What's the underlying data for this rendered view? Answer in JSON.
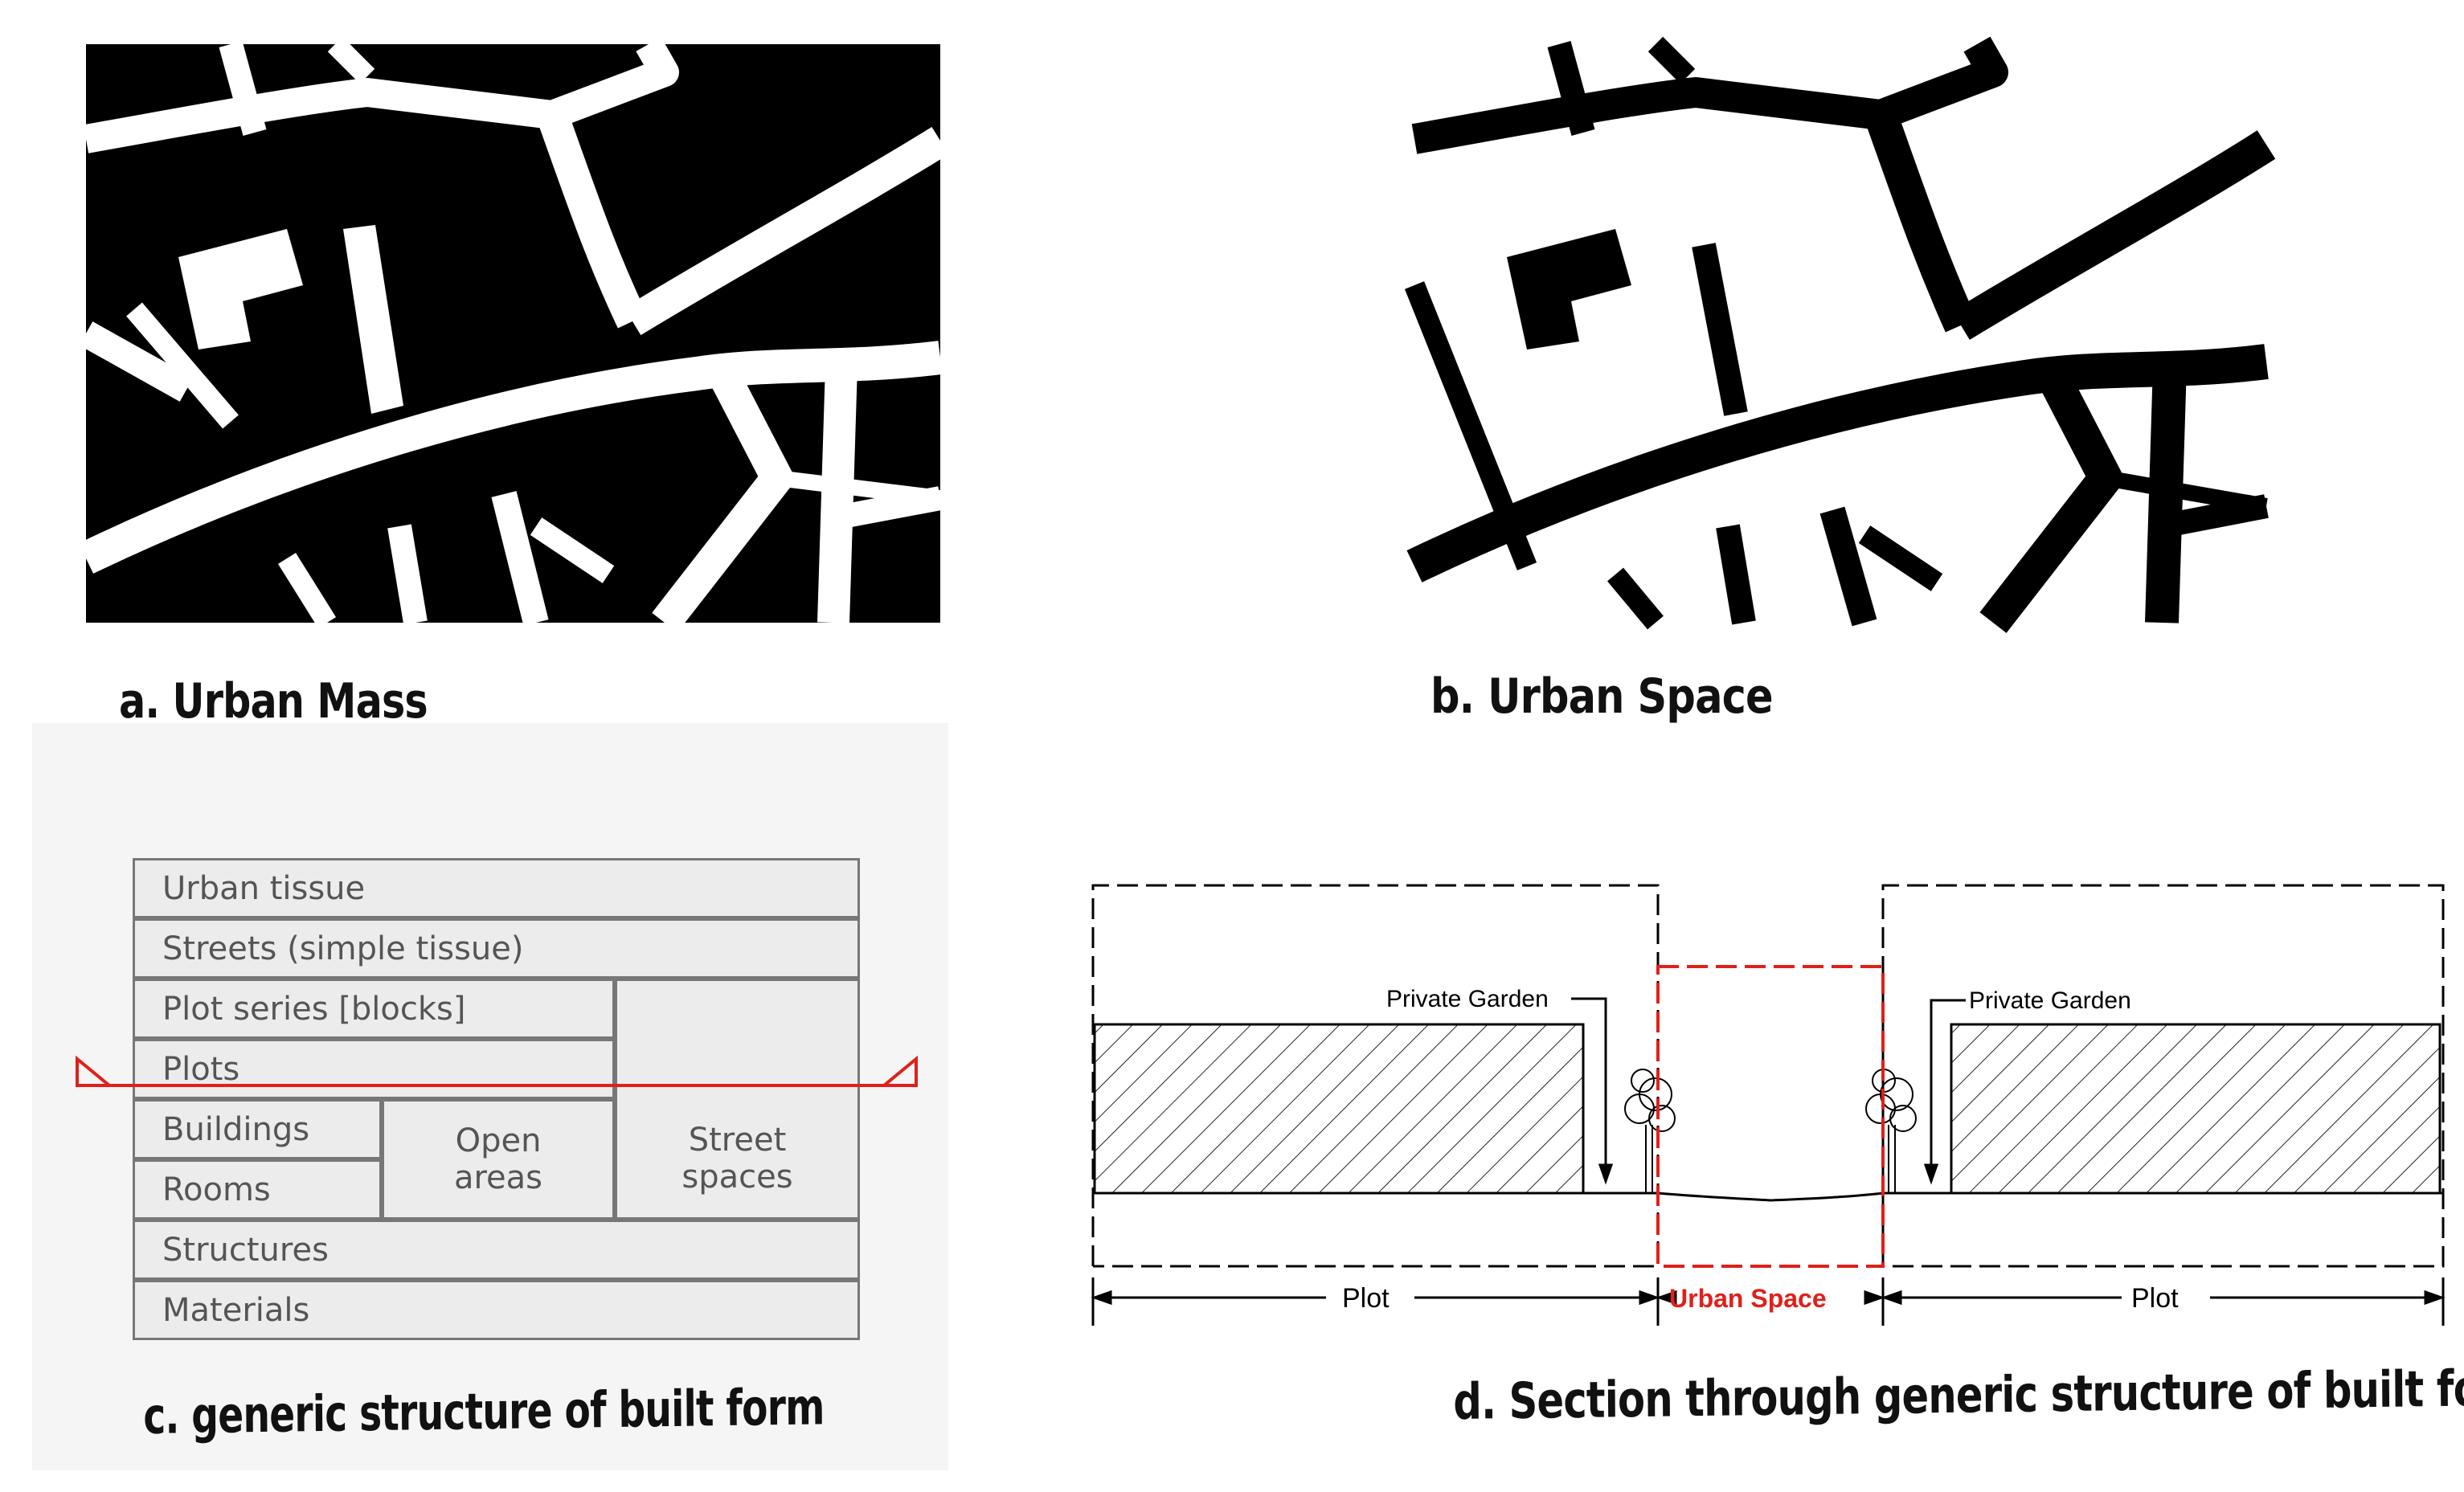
{
  "panels": {
    "a": {
      "caption": "a. Urban Mass"
    },
    "b": {
      "caption": "b. Urban Space"
    },
    "c": {
      "caption": "c. generic structure of built form",
      "cells": {
        "urban_tissue": "Urban tissue",
        "streets": "Streets (simple tissue)",
        "plot_series": "Plot series [blocks]",
        "plots": "Plots",
        "buildings": "Buildings",
        "rooms": "Rooms",
        "open_areas": [
          "Open",
          "areas"
        ],
        "street_spaces": [
          "Street",
          "spaces"
        ],
        "structures": "Structures",
        "materials": "Materials"
      }
    },
    "d": {
      "caption": "d. Section through generic structure of built form",
      "labels": {
        "private_garden_left": "Private Garden",
        "private_garden_right": "Private Garden",
        "plot_left": "Plot",
        "plot_right": "Plot",
        "urban_space": "Urban Space"
      }
    }
  },
  "colors": {
    "ink": "#000000",
    "accent_red": "#e0201a",
    "cell_fill": "#ececec",
    "cell_border": "#777777"
  }
}
